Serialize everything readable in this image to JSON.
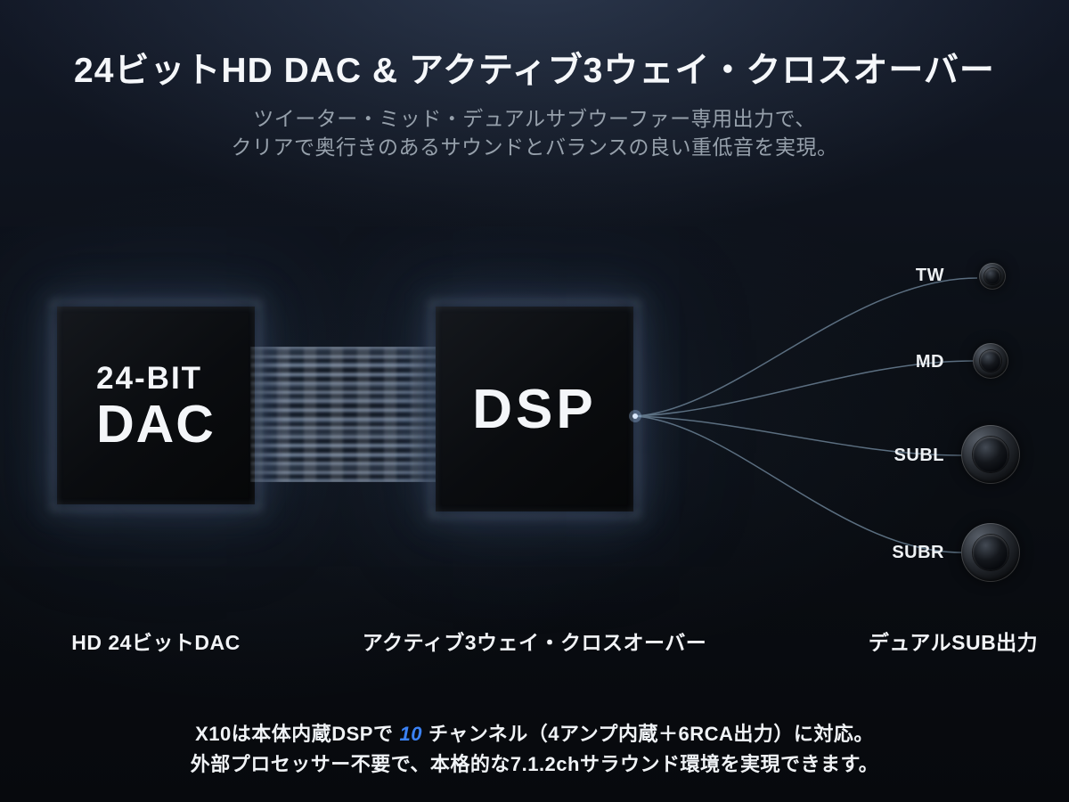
{
  "header": {
    "title": "24ビットHD DAC & アクティブ3ウェイ・クロスオーバー",
    "subtitle_line1": "ツイーター・ミッド・デュアルサブウーファー専用出力で、",
    "subtitle_line2": "クリアで奥行きのあるサウンドとバランスの良い重低音を実現。"
  },
  "diagram": {
    "dac": {
      "chip_line1": "24-BIT",
      "chip_line2": "DAC",
      "caption": "HD 24ビットDAC"
    },
    "dsp": {
      "chip_label": "DSP",
      "caption": "アクティブ3ウェイ・クロスオーバー"
    },
    "outputs": {
      "caption": "デュアルSUB出力",
      "speakers": [
        {
          "label": "TW"
        },
        {
          "label": "MD"
        },
        {
          "label": "SUBL"
        },
        {
          "label": "SUBR"
        }
      ]
    }
  },
  "footer": {
    "line1_prefix": "X10は本体内蔵DSPで",
    "line1_highlight": "10",
    "line1_suffix": "チャンネル（4アンプ内蔵＋6RCA出力）に対応。",
    "line2": "外部プロセッサー不要で、本格的な7.1.2chサラウンド環境を実現できます。"
  },
  "colors": {
    "accent_highlight": "#3b82f6",
    "background_base": "#0a0d12",
    "chip_glow": "#8fb4e6"
  }
}
